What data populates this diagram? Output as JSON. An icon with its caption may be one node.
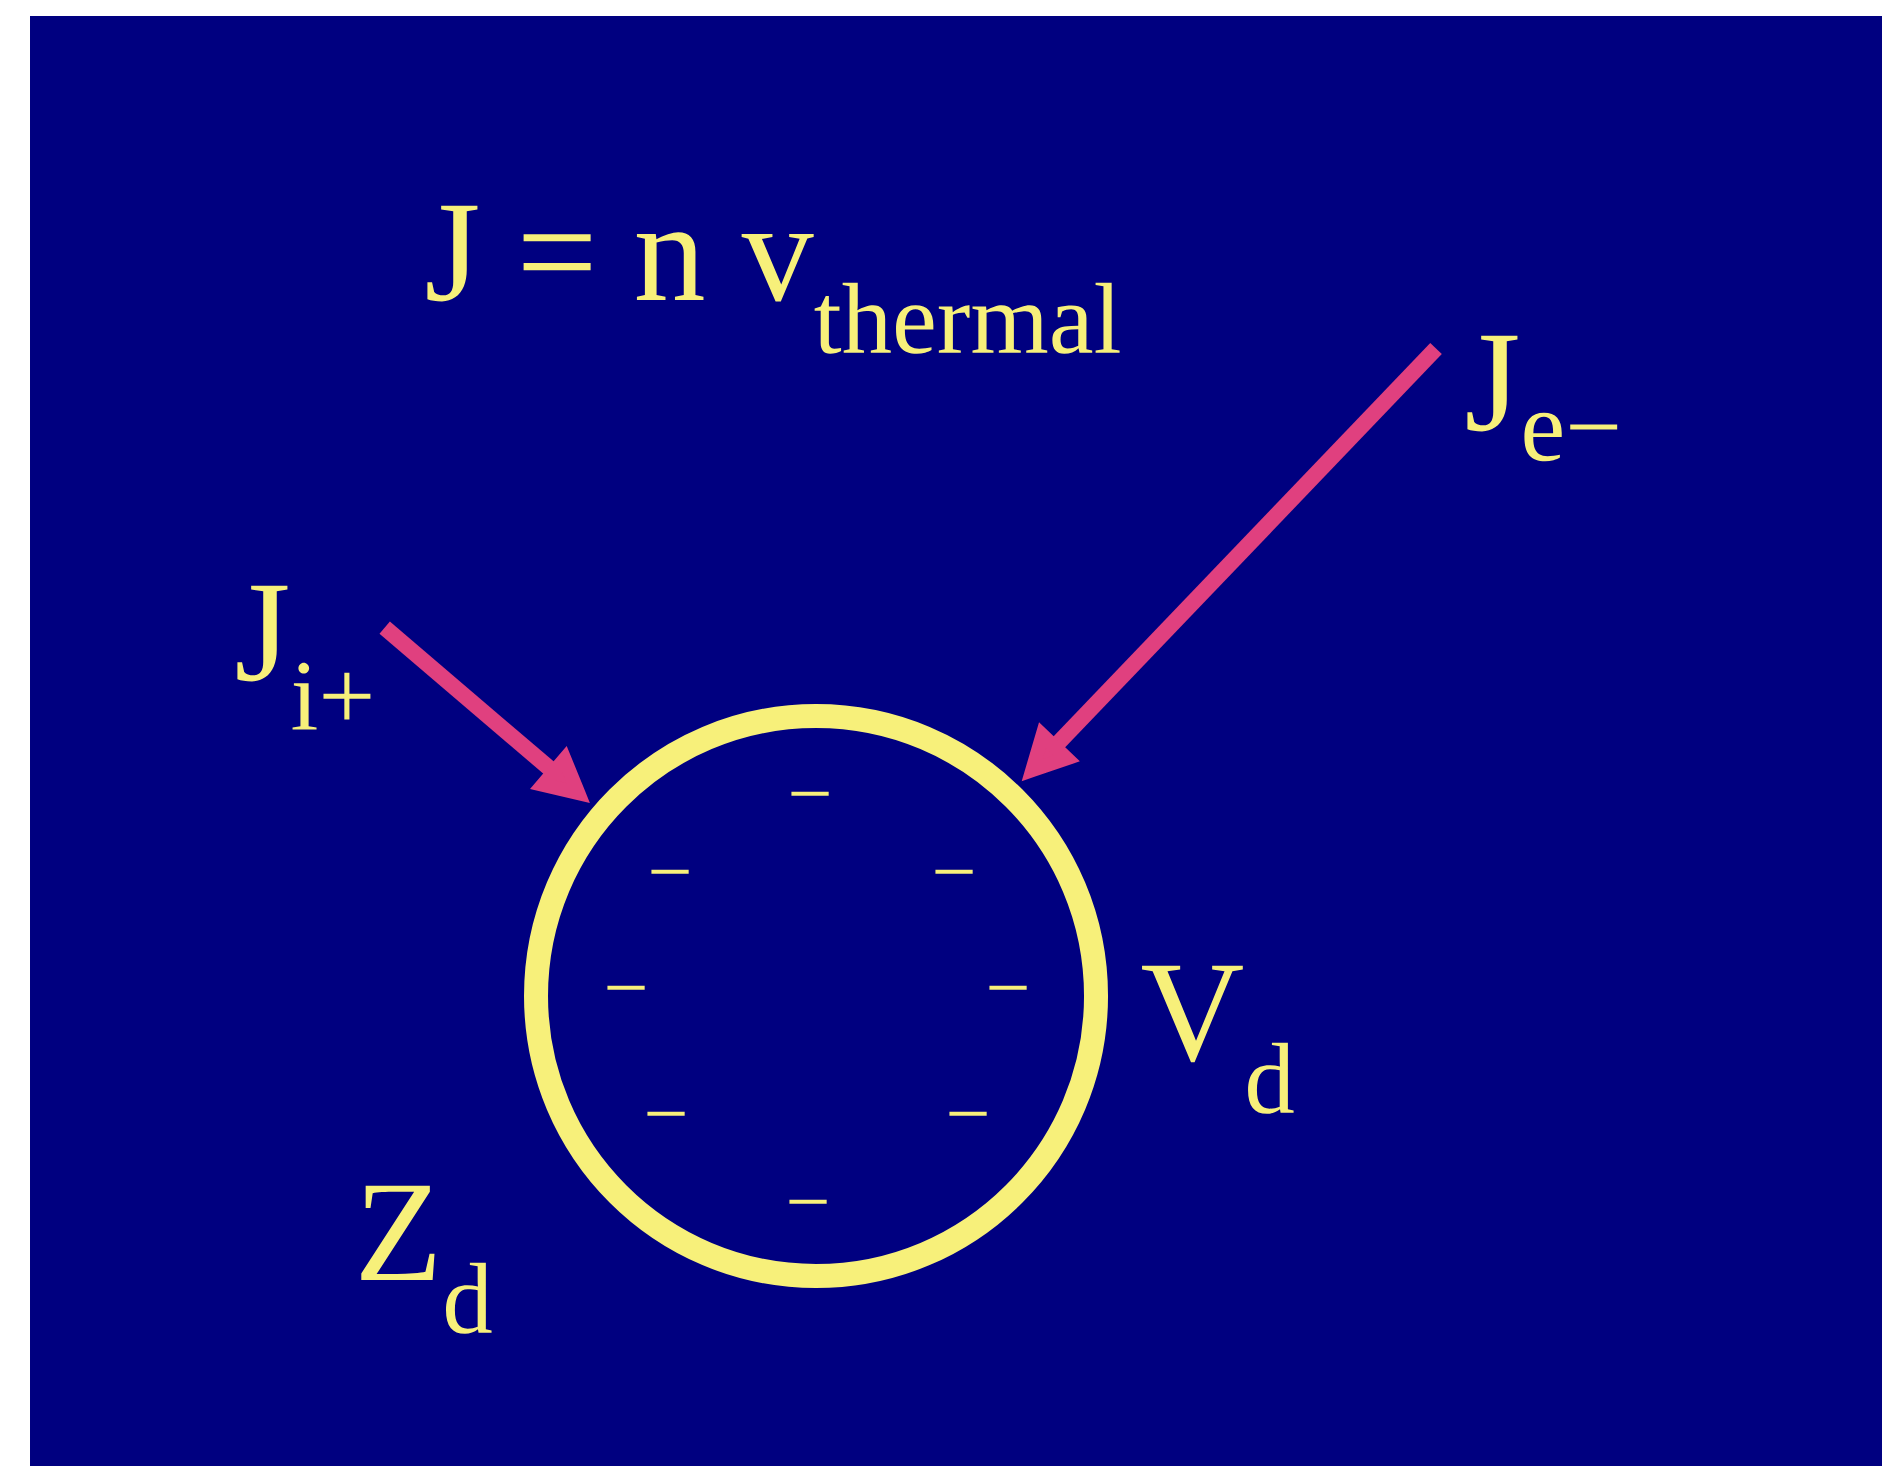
{
  "diagram": {
    "nodes": [
      {
        "text": [
          "J$_{e−}$"
        ]
      },
      {
        "text": [
          "J$_{i+}$"
        ]
      },
      {
        "text": [],
        "shape": "circle",
        "beside": [
          "V$_{d}$",
          "Z$_{d}$"
        ]
      }
    ],
    "edges": [
      {
        "from": 0,
        "to": 2,
        "arrow": "to"
      },
      {
        "from": 1,
        "to": 2,
        "arrow": "to"
      }
    ],
    "labels": [
      "J = n v$_{thermal}$",
      "−",
      "−",
      "−",
      "−",
      "−",
      "−",
      "−",
      "−"
    ]
  }
}
